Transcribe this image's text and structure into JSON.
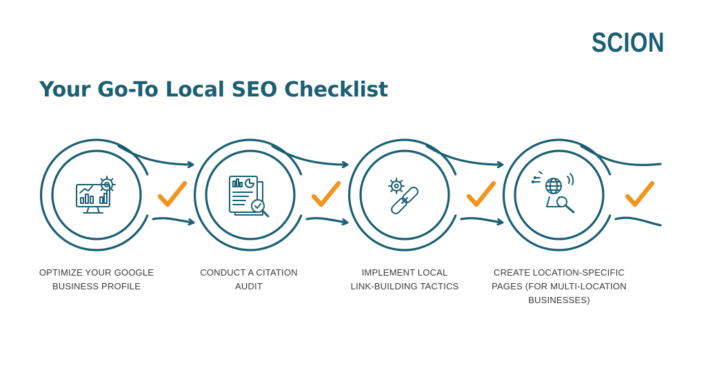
{
  "brand": {
    "logo_text": "SCION"
  },
  "title": "Your Go-To Local SEO Checklist",
  "colors": {
    "primary": "#1a5f73",
    "accent": "#f0951d",
    "text": "#3a3a3a"
  },
  "steps": [
    {
      "icon": "analytics-dashboard-icon",
      "label_lines": [
        "OPTIMIZE YOUR GOOGLE",
        "BUSINESS PROFILE"
      ]
    },
    {
      "icon": "document-audit-icon",
      "label_lines": [
        "CONDUCT A CITATION",
        "AUDIT"
      ]
    },
    {
      "icon": "gear-link-icon",
      "label_lines": [
        "IMPLEMENT LOCAL",
        "LINK-BUILDING TACTICS"
      ]
    },
    {
      "icon": "globe-search-icon",
      "label_lines": [
        "CREATE LOCATION-SPECIFIC",
        "PAGES (FOR MULTI-LOCATION",
        "BUSINESSES)"
      ]
    }
  ]
}
